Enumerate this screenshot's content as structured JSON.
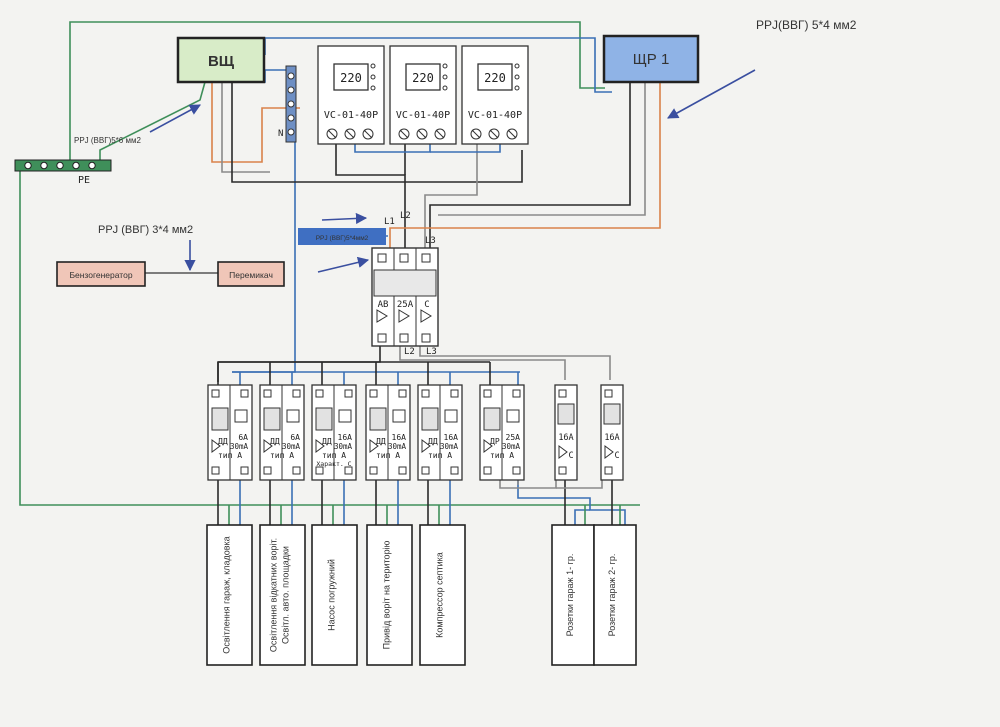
{
  "panels": {
    "vsch": "ВЩ",
    "schr1": "ЩР 1"
  },
  "labels": {
    "cable_top_right": "PPJ(ВВГ) 5*4 мм2",
    "cable_left": "PPJ (ВВГ)5*6 мм2",
    "cable_generator": "PPJ (ВВГ) 3*4 мм2",
    "cable_blue_box": "PPJ (ВВГ)5*4мм2",
    "pe_bus": "PE",
    "n_bus": "N",
    "phase_l1": "L1",
    "phase_l2_top": "L2",
    "phase_l3_top": "L3",
    "phase_l2_bottom": "L2",
    "phase_l3_bottom": "L3"
  },
  "generator": {
    "generator_label": "Бензогенератор",
    "switch_label": "Перемикач"
  },
  "relays": [
    {
      "display": "220",
      "model": "VC-01-40P"
    },
    {
      "display": "220",
      "model": "VC-01-40P"
    },
    {
      "display": "220",
      "model": "VC-01-40P"
    }
  ],
  "main_breaker": {
    "line1": "AB",
    "line2": "25A",
    "line3": "C"
  },
  "breakers": [
    {
      "l1": "ДД",
      "l2": "6A",
      "l3": "30mA",
      "l4": "тип А",
      "extra": ""
    },
    {
      "l1": "ДД",
      "l2": "6A",
      "l3": "30mA",
      "l4": "тип А",
      "extra": ""
    },
    {
      "l1": "ДД",
      "l2": "16A",
      "l3": "30mA",
      "l4": "тип А",
      "extra": "Характ. C"
    },
    {
      "l1": "ДД",
      "l2": "16A",
      "l3": "30mA",
      "l4": "тип А",
      "extra": ""
    },
    {
      "l1": "ДД",
      "l2": "16A",
      "l3": "30mA",
      "l4": "тип А",
      "extra": ""
    },
    {
      "l1": "ДР",
      "l2": "25A",
      "l3": "30mA",
      "l4": "тип А",
      "extra": ""
    },
    {
      "l1": "16A",
      "l2": "C",
      "l3": "",
      "l4": "",
      "extra": ""
    },
    {
      "l1": "16A",
      "l2": "C",
      "l3": "",
      "l4": "",
      "extra": ""
    }
  ],
  "loads": [
    {
      "lines": [
        "Освітлення гараж, кладовка"
      ]
    },
    {
      "lines": [
        "Освітлення відкатних воріт.",
        "Освітл. авто. площадки"
      ]
    },
    {
      "lines": [
        "Насос погружний"
      ]
    },
    {
      "lines": [
        "Привід воріт на територію"
      ]
    },
    {
      "lines": [
        "Компрессор септика"
      ]
    },
    {
      "lines": [
        "Розетки гараж 1- гр."
      ]
    },
    {
      "lines": [
        "Розетки гараж 2- гр."
      ]
    }
  ],
  "colors": {
    "phase_black": "#2a2a2a",
    "phase_gray": "#8a8a8a",
    "phase_orange": "#d9824a",
    "neutral_blue": "#3a6fb5",
    "pe_green": "#3f8f5a",
    "vsch_fill": "#d8ecc8",
    "schr1_fill": "#8fb3e6",
    "blue_label_fill": "#3f6fc2",
    "arrow": "#3a4fa0"
  }
}
